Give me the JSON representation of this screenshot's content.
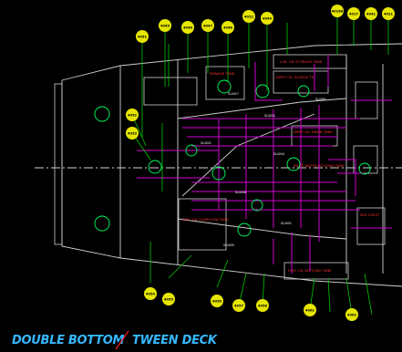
{
  "captions": {
    "left": "DOUBLE BOTTOM",
    "right": "TWEEN DECK"
  },
  "colors": {
    "background": "#000000",
    "hull": "#d0d0d0",
    "piping": "#d000d0",
    "bubble_fill": "#e6e600",
    "bubble_text": "#000000",
    "pipe_green": "#00c800",
    "tank_label": "#ff3030",
    "caption": "#36b8ff",
    "pump_symbol": "#00ff60"
  },
  "tank_labels": [
    "LUB. OIL STORAGE TANK",
    "SEWAGE TANK",
    "DIRTY OIL SLUDGE TK",
    "DIRTY OIL DRAIN TANK",
    "FUEL OIL OVERFLOW TANK",
    "BILGE WATER HOLDING TANK",
    "SEA CHEST",
    "FUEL OIL SETTLING TANK"
  ],
  "instrument_tags": [
    "4016A",
    "4017",
    "4041",
    "4021",
    "4022",
    "4044",
    "4045",
    "4046",
    "4047",
    "4048",
    "4051",
    "4052",
    "4053",
    "4054",
    "4055",
    "4056",
    "4057",
    "4058",
    "4061",
    "4062"
  ],
  "valve_tags": [
    "SL4017",
    "SL4021",
    "SL4041",
    "SL4044",
    "SL4046",
    "SL4051",
    "SL4055",
    "SL4061"
  ]
}
